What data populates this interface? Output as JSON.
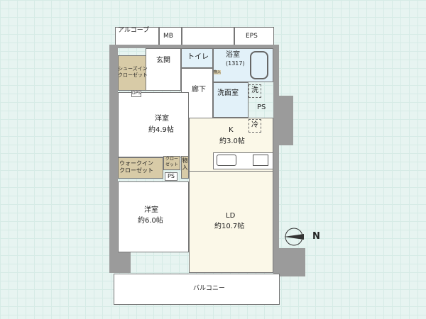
{
  "labels": {
    "alcove": "アルコーブ",
    "mb": "MB",
    "eps": "EPS",
    "entrance": "玄関",
    "shoe_closet": "シューズイン\nクローゼット",
    "dps": "DPS",
    "toilet": "トイレ",
    "bath": "浴室",
    "bath_size": "(1317)",
    "hall": "廊下",
    "washroom": "洗面室",
    "washer": "洗",
    "storage_small": "物入",
    "ps": "PS",
    "fridge": "冷",
    "room1": "洋室",
    "room1_size": "約4.9帖",
    "kitchen": "K",
    "kitchen_size": "約3.0帖",
    "wic": "ウォークイン\nクローゼット",
    "closet": "クロー\nゼット",
    "storage": "物入",
    "room2": "洋室",
    "room2_size": "約6.0帖",
    "ld": "LD",
    "ld_size": "約10.7帖",
    "balcony": "バルコニー",
    "north": "N"
  }
}
